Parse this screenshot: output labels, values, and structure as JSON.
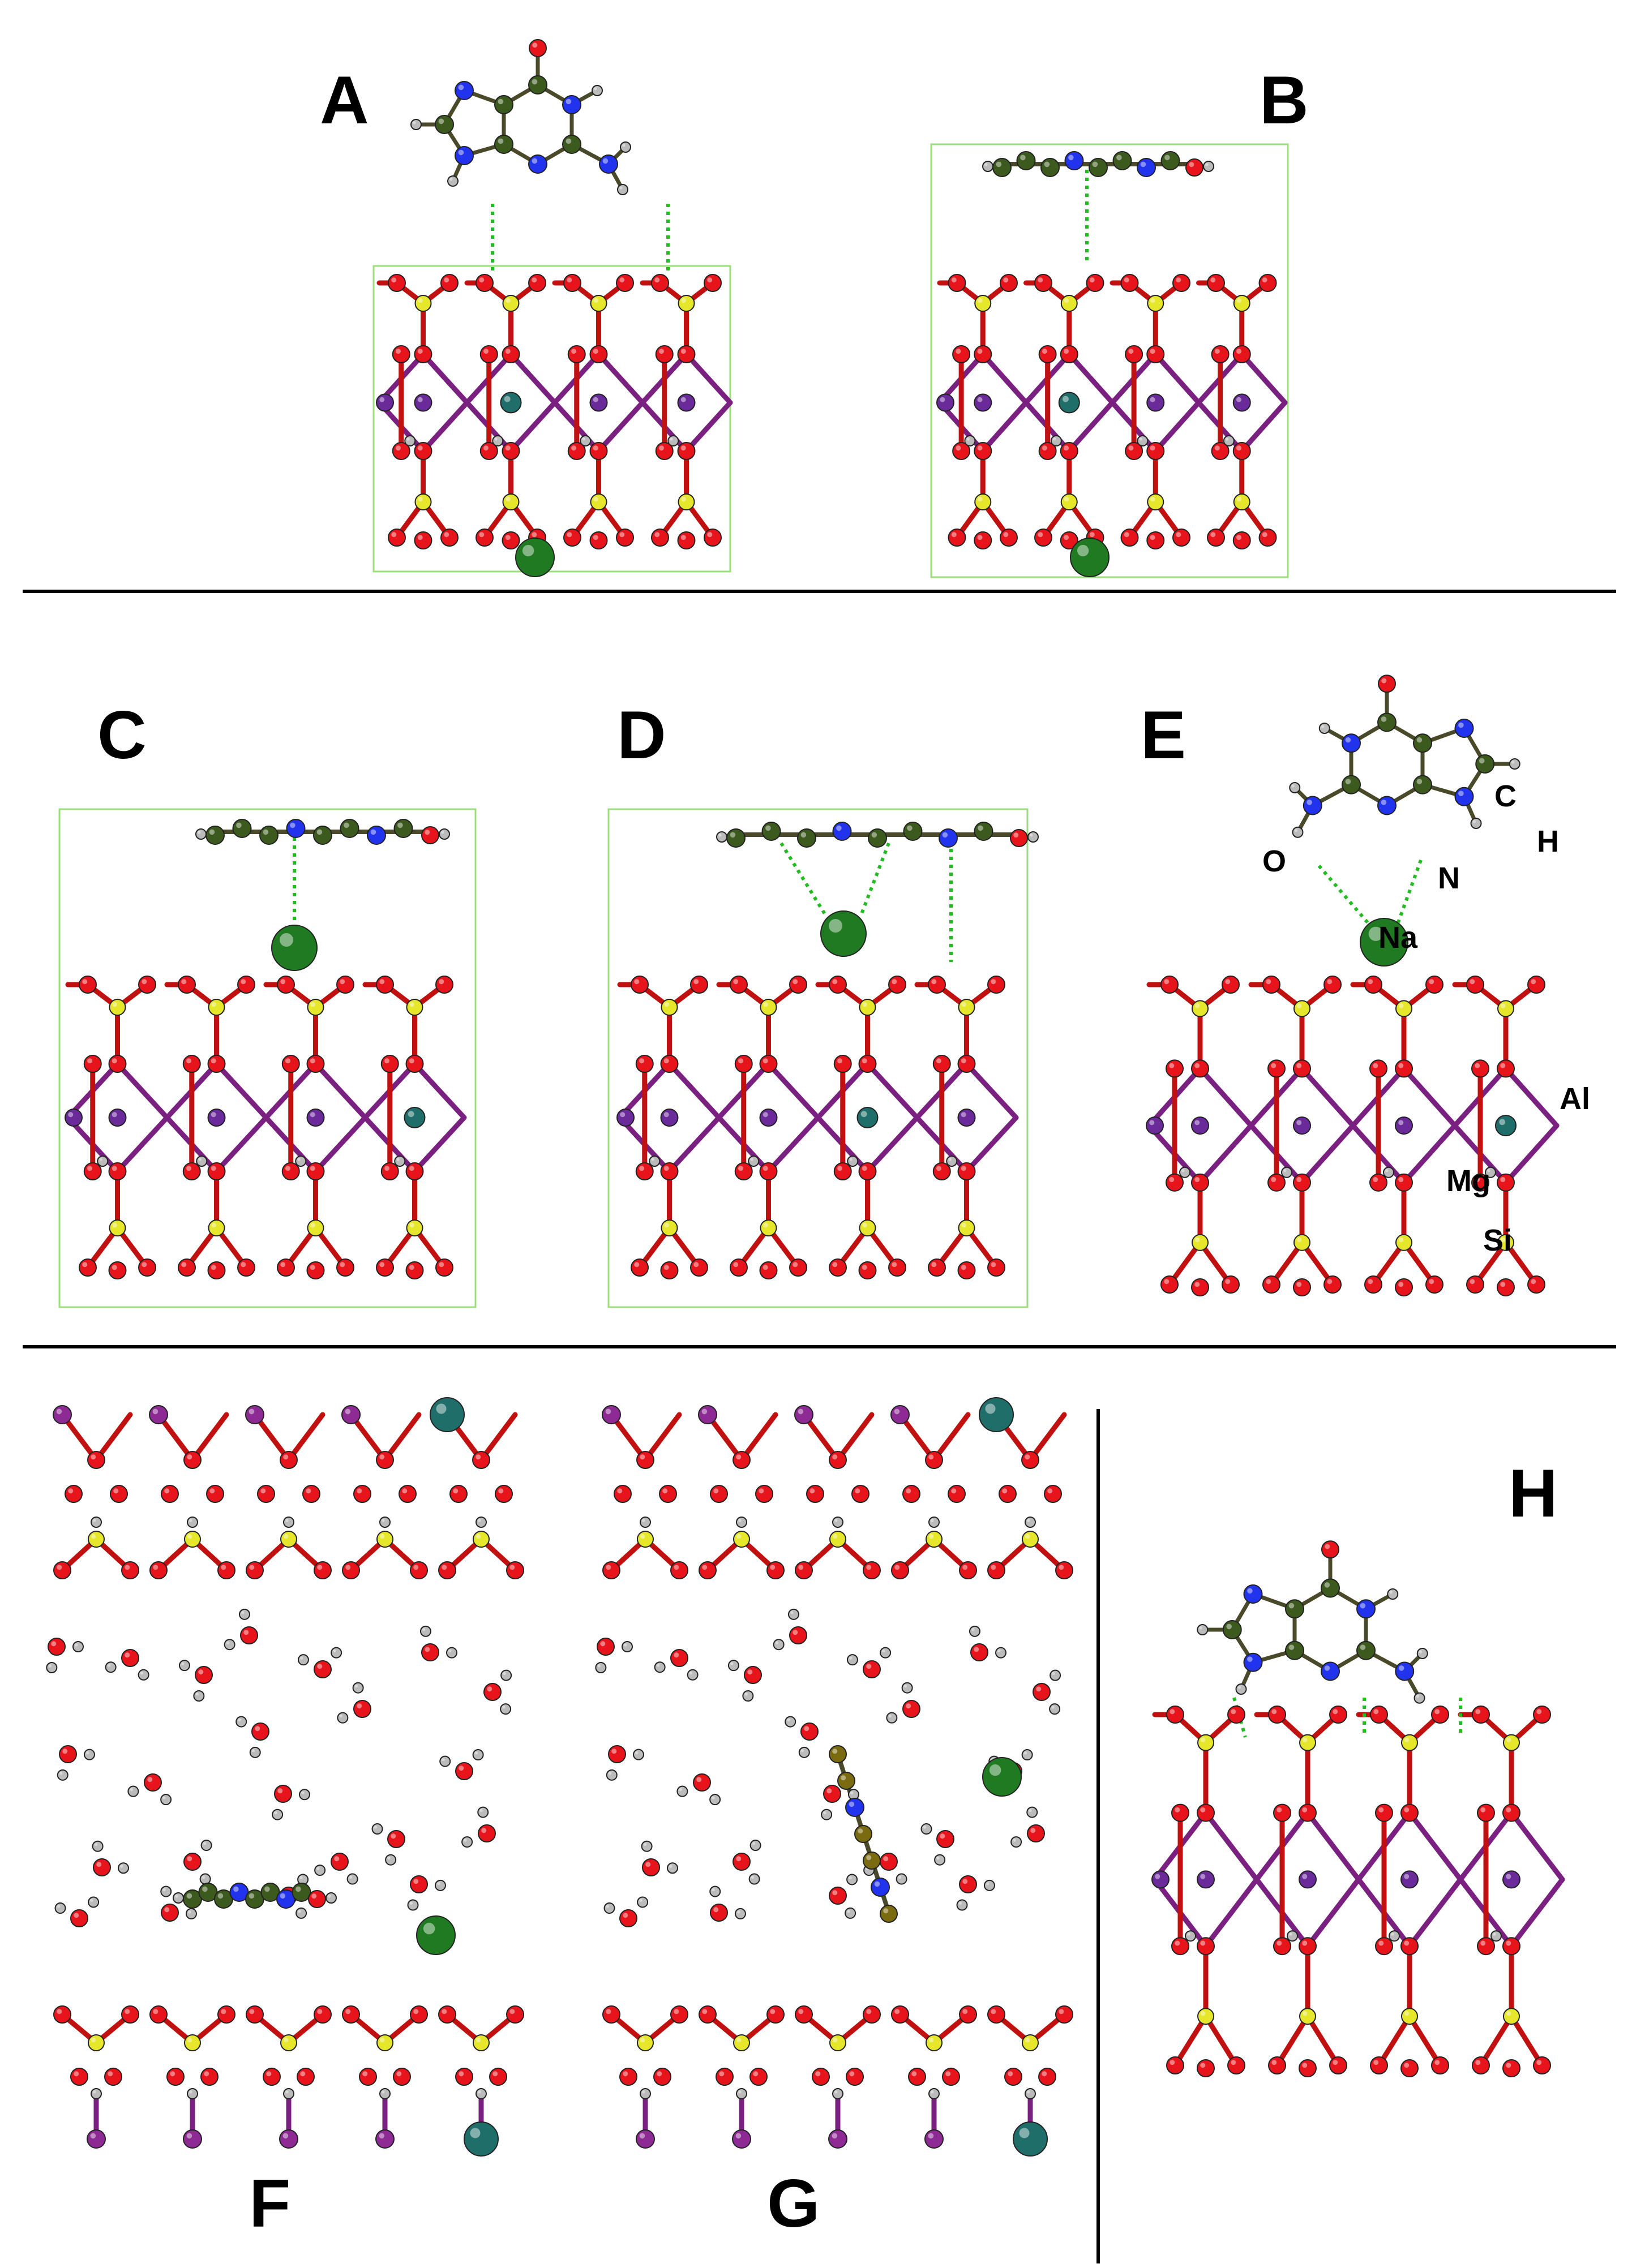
{
  "figure": {
    "panels": {
      "A": "A",
      "B": "B",
      "C": "C",
      "D": "D",
      "E": "E",
      "F": "F",
      "G": "G",
      "H": "H"
    },
    "atom_labels": {
      "C": "C",
      "H": "H",
      "O": "O",
      "N": "N",
      "Na": "Na",
      "Al": "Al",
      "Mg": "Mg",
      "Si": "Si"
    }
  },
  "colors": {
    "oxygen": "#e8141c",
    "silicon": "#e6e62a",
    "aluminum": "#6a2a9a",
    "aluminum_light": "#8e2a94",
    "magnesium": "#1f6e6a",
    "sodium": "#1f7a22",
    "carbon": "#3d5a1e",
    "carbon_olive": "#7a6a10",
    "nitrogen": "#2233ee",
    "hydrogen": "#bbbbbb",
    "hbond": "#22bb22",
    "divider": "#000000",
    "cell_box": "#9adf7a"
  }
}
